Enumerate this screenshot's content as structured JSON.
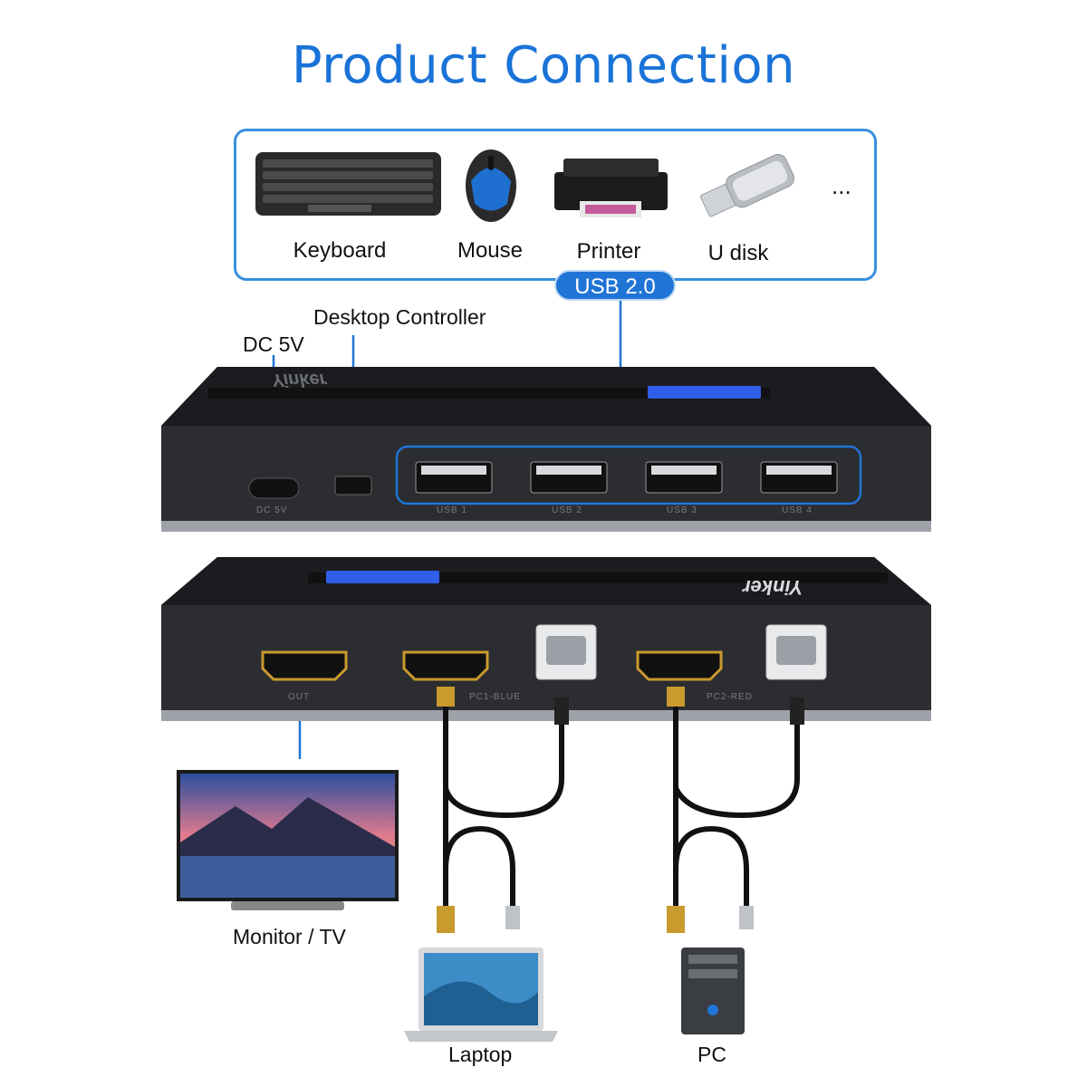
{
  "title": "Product Connection",
  "devices": [
    {
      "label": "Keyboard",
      "icon": "keyboard-icon"
    },
    {
      "label": "Mouse",
      "icon": "mouse-icon"
    },
    {
      "label": "Printer",
      "icon": "printer-icon"
    },
    {
      "label": "U disk",
      "icon": "usb-flash-drive-icon"
    }
  ],
  "devices_more": "...",
  "usb_badge": "USB 2.0",
  "labels": {
    "desktop_controller": "Desktop Controller",
    "dc": "DC 5V",
    "monitor": "Monitor / TV",
    "laptop": "Laptop",
    "pc": "PC"
  },
  "switch_front": {
    "brand": "Yinker",
    "port_labels": [
      "DC 5V",
      "USB 1",
      "USB 2",
      "USB 3",
      "USB 4"
    ]
  },
  "switch_back": {
    "brand": "Yinker",
    "port_labels": [
      "OUT",
      "PC1-BLUE",
      "PC2-RED"
    ]
  },
  "colors": {
    "accent": "#1f74d6",
    "title": "#1a73d8",
    "device_body": "#2b2d31",
    "led": "#2f5fe8",
    "gold": "#c99a2e"
  }
}
